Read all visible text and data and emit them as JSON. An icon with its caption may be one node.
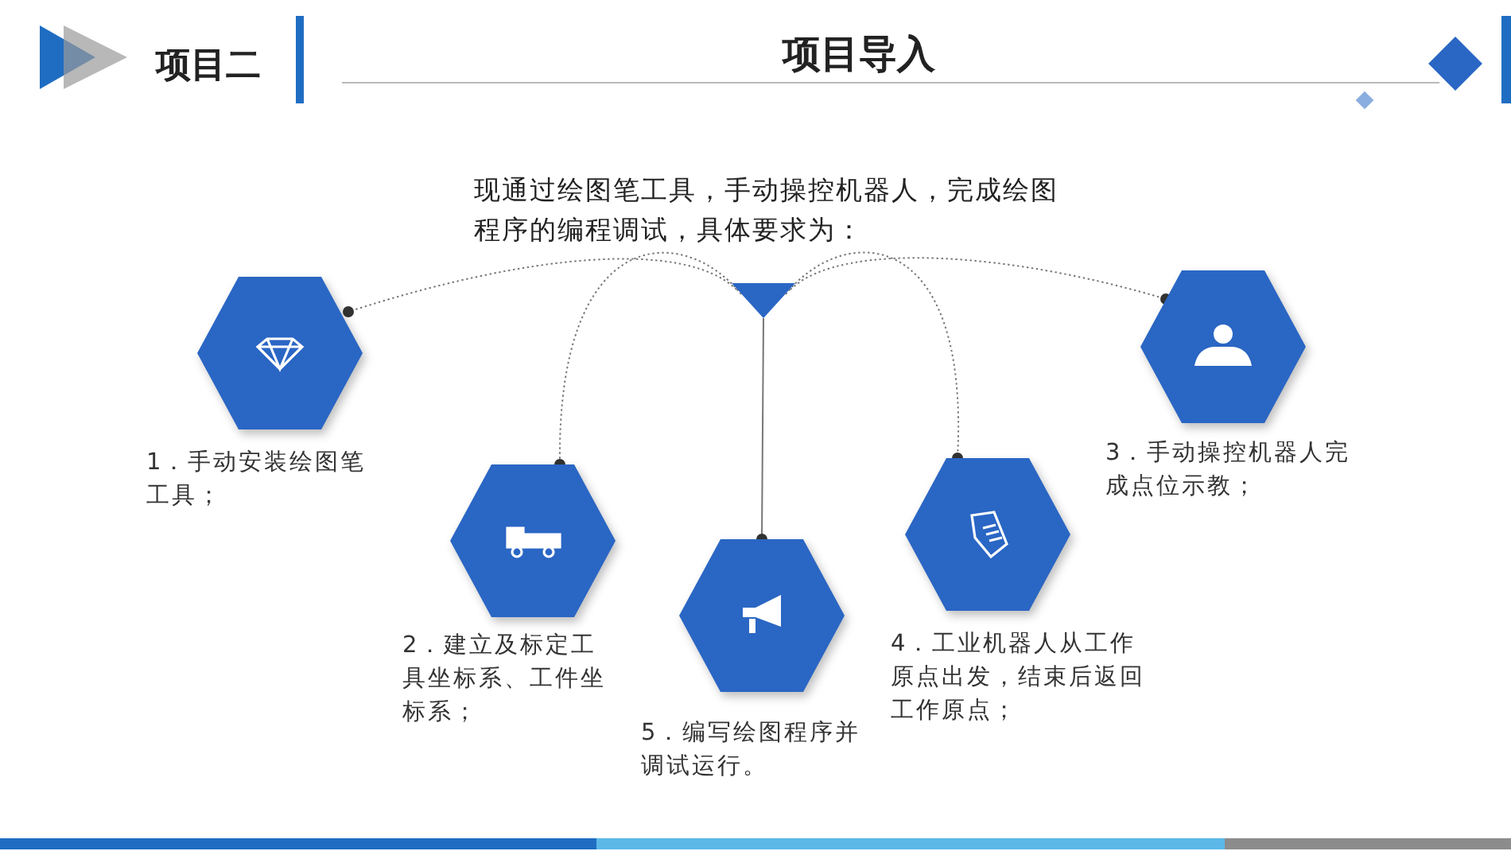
{
  "diagram": {
    "title": "项目导入",
    "nodes": [
      {
        "text": [],
        "shape": "triangle"
      },
      {
        "text": [],
        "shape": "hexagon",
        "beside": [
          "1．手动安装绘图笔工具；"
        ]
      },
      {
        "text": [],
        "shape": "hexagon",
        "beside": [
          "2．建立及标定工具坐标系、工件坐标系；"
        ]
      },
      {
        "text": [],
        "shape": "hexagon",
        "beside": [
          "3．手动操控机器人完成点位示教；"
        ]
      },
      {
        "text": [],
        "shape": "hexagon",
        "beside": [
          "4．工业机器人从工作原点出发，结束后返回工作原点；"
        ]
      },
      {
        "text": [],
        "shape": "hexagon",
        "beside": [
          "5．编写绘图程序并调试运行。"
        ]
      }
    ],
    "edges": [
      {
        "from": 0,
        "to": 1,
        "arrow": "other",
        "style": "dashed"
      },
      {
        "from": 0,
        "to": 2,
        "arrow": "other",
        "style": "dashed"
      },
      {
        "from": 0,
        "to": 5,
        "arrow": "other"
      },
      {
        "from": 0,
        "to": 4,
        "arrow": "other",
        "style": "dashed"
      },
      {
        "from": 0,
        "to": 3,
        "arrow": "other",
        "style": "dashed"
      }
    ],
    "labels": [
      "项目二",
      "现通过绘图笔工具，手动操控机器人，完成绘图程序的编程调试，具体要求为："
    ]
  }
}
